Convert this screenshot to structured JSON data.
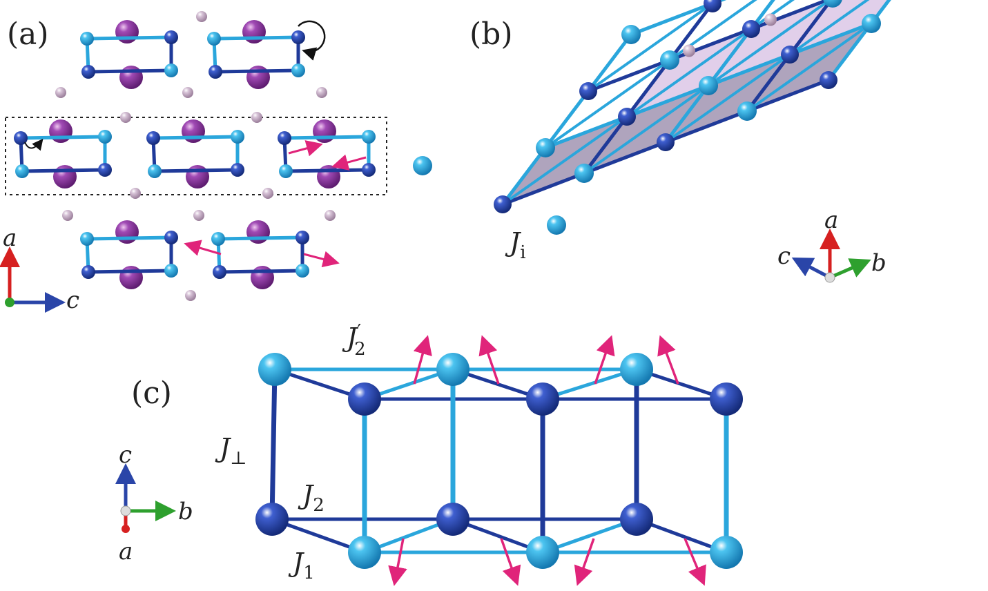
{
  "panels": {
    "a": {
      "label": "(a)",
      "axes": {
        "vertical": "a",
        "horizontal": "c"
      }
    },
    "b": {
      "label": "(b)",
      "axes": {
        "up": "a",
        "left": "c",
        "right": "b"
      },
      "coupling": {
        "symbol": "J",
        "sub": "i"
      }
    },
    "c": {
      "label": "(c)",
      "axes": {
        "up": "c",
        "right": "b",
        "down": "a"
      },
      "couplings": {
        "j2p": {
          "symbol": "J",
          "sub": "2",
          "prime": "′"
        },
        "jperp": {
          "symbol": "J",
          "sub": "⊥"
        },
        "j2": {
          "symbol": "J",
          "sub": "2"
        },
        "j1": {
          "symbol": "J",
          "sub": "1"
        }
      }
    }
  },
  "colors": {
    "dark_atom": "#1f3a99",
    "light_atom": "#2aa6dc",
    "purple_atom": "#8b3a9e",
    "pale_atom": "#c9b3c9",
    "moment_arrow": "#e0247a",
    "axis_red": "#d62020",
    "axis_blue": "#2a45a8",
    "axis_green": "#2ea02e",
    "octahedron": "#c8a8d8"
  },
  "icons": [
    "curved-rotation-arrow",
    "axis-triad"
  ]
}
